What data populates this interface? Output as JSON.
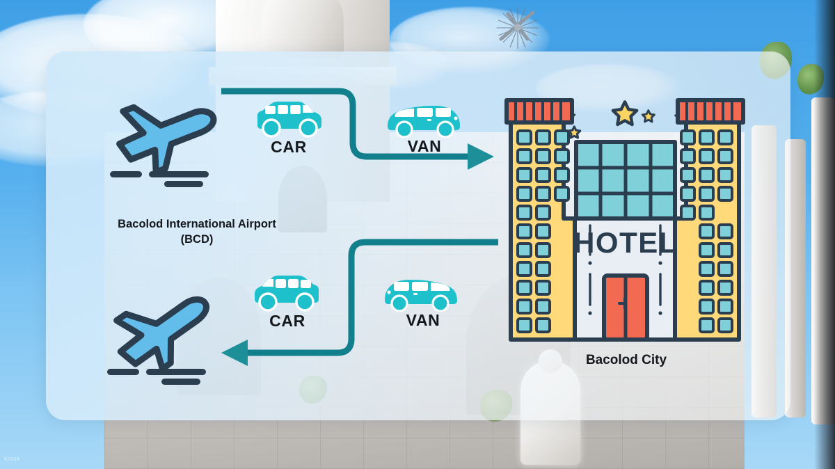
{
  "graphic": {
    "kind": "transfer-route-infographic",
    "background_scene": "blue sky with clouds over a stone church facade with cross and statue",
    "panel_color": "#d6ecfb",
    "accent_teal": "#1aa7b5",
    "route_teal": "#11808c",
    "vehicle_teal": "#1ec0cc",
    "plane_navy": "#2b3e50",
    "plane_blue": "#62bdea"
  },
  "nodes": {
    "airport": {
      "icon": "airplane-landing-icon",
      "label_line1": "Bacolod International Airport",
      "label_line2": "(BCD)"
    },
    "airport_departure": {
      "icon": "airplane-takeoff-icon"
    },
    "city": {
      "icon": "hotel-building-icon",
      "label": "Bacolod City",
      "sign_text": "HOTEL",
      "star_count": 5
    }
  },
  "routes": [
    {
      "id": "arrival",
      "direction": "airport-to-city",
      "vehicles": [
        {
          "icon": "car-icon",
          "label": "CAR"
        },
        {
          "icon": "van-icon",
          "label": "VAN"
        }
      ]
    },
    {
      "id": "departure",
      "direction": "city-to-airport",
      "vehicles": [
        {
          "icon": "car-icon",
          "label": "CAR"
        },
        {
          "icon": "van-icon",
          "label": "VAN"
        }
      ]
    }
  ],
  "watermark": "klook"
}
